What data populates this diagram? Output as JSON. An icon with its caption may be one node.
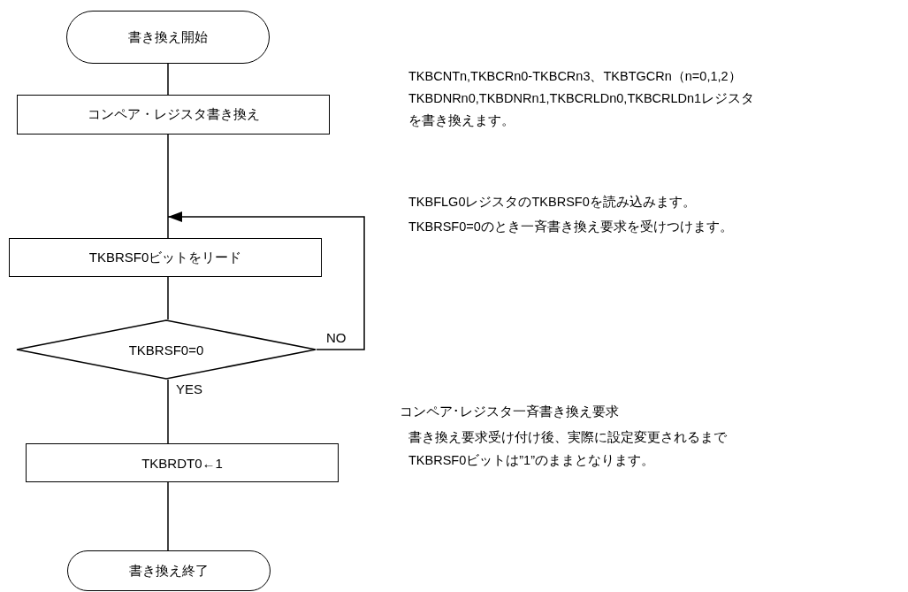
{
  "diagram": {
    "nodes": [
      {
        "text": [
          "書き換え開始"
        ]
      },
      {
        "text": [
          "コンペア・レジスタ書き換え"
        ]
      },
      {
        "text": [
          "TKBRSF0ビットをリード"
        ]
      },
      {
        "text": [
          "TKBRSF0=0"
        ]
      },
      {
        "text": [
          "TKBRDT0←1"
        ]
      },
      {
        "text": [
          "書き換え終了"
        ]
      }
    ],
    "edges": [
      {
        "from": 0,
        "to": 1,
        "arrow": "none"
      },
      {
        "from": 1,
        "to": 2,
        "arrow": "none"
      },
      {
        "from": 2,
        "to": 3,
        "arrow": "none"
      },
      {
        "from": 3,
        "to": 2,
        "arrow": "to",
        "label": "NO"
      },
      {
        "from": 3,
        "to": 4,
        "arrow": "none",
        "label": "YES"
      },
      {
        "from": 4,
        "to": 5,
        "arrow": "none"
      }
    ],
    "labels": [
      "TKBCNTn,TKBCRn0-TKBCRn3、TKBTGCRn（n=0,1,2） TKBDNRn0,TKBDNRn1,TKBCRLDn0,TKBCRLDn1レジスタを書き換えます。",
      "TKBFLG0レジスタのTKBRSF0を読み込みます。",
      "TKBRSF0=0のとき一斉書き換え要求を受けつけます。",
      "コンペア･レジスタ一斉書き換え要求",
      "書き換え要求受け付け後、実際に設定変更されるまでTKBRSF0ビットは”1”のままとなります。"
    ]
  }
}
